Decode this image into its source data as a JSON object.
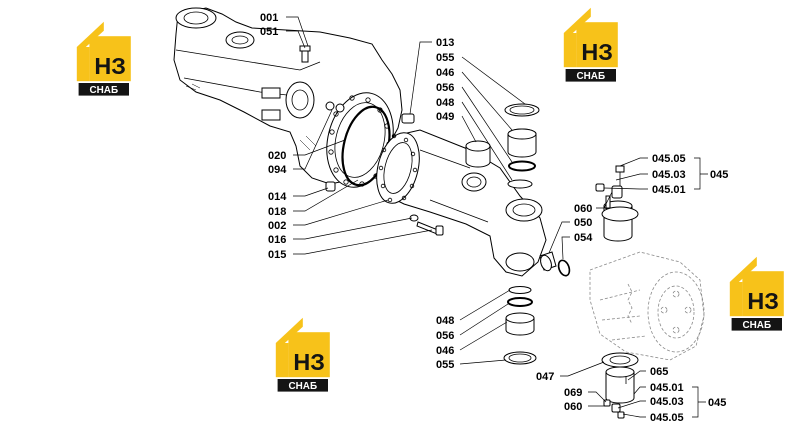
{
  "logo": {
    "main": "НЗ",
    "sub": "СНАБ",
    "colors": {
      "yellow": "#f7c21a",
      "black": "#141414",
      "white": "#ffffff"
    }
  },
  "callouts": {
    "c001": "001",
    "c051": "051",
    "c013": "013",
    "c055a": "055",
    "c046a": "046",
    "c056a": "056",
    "c048a": "048",
    "c049": "049",
    "c020": "020",
    "c094": "094",
    "c014": "014",
    "c018": "018",
    "c002": "002",
    "c016": "016",
    "c015": "015",
    "c04505a": "045.05",
    "c04503a": "045.03",
    "c04501a": "045.01",
    "c045a": "045",
    "c060a": "060",
    "c050": "050",
    "c054": "054",
    "c048b": "048",
    "c056b": "056",
    "c046b": "046",
    "c055b": "055",
    "c047": "047",
    "c065": "065",
    "c069": "069",
    "c060b": "060",
    "c04501b": "045.01",
    "c04503b": "045.03",
    "c04505b": "045.05",
    "c045b": "045"
  }
}
